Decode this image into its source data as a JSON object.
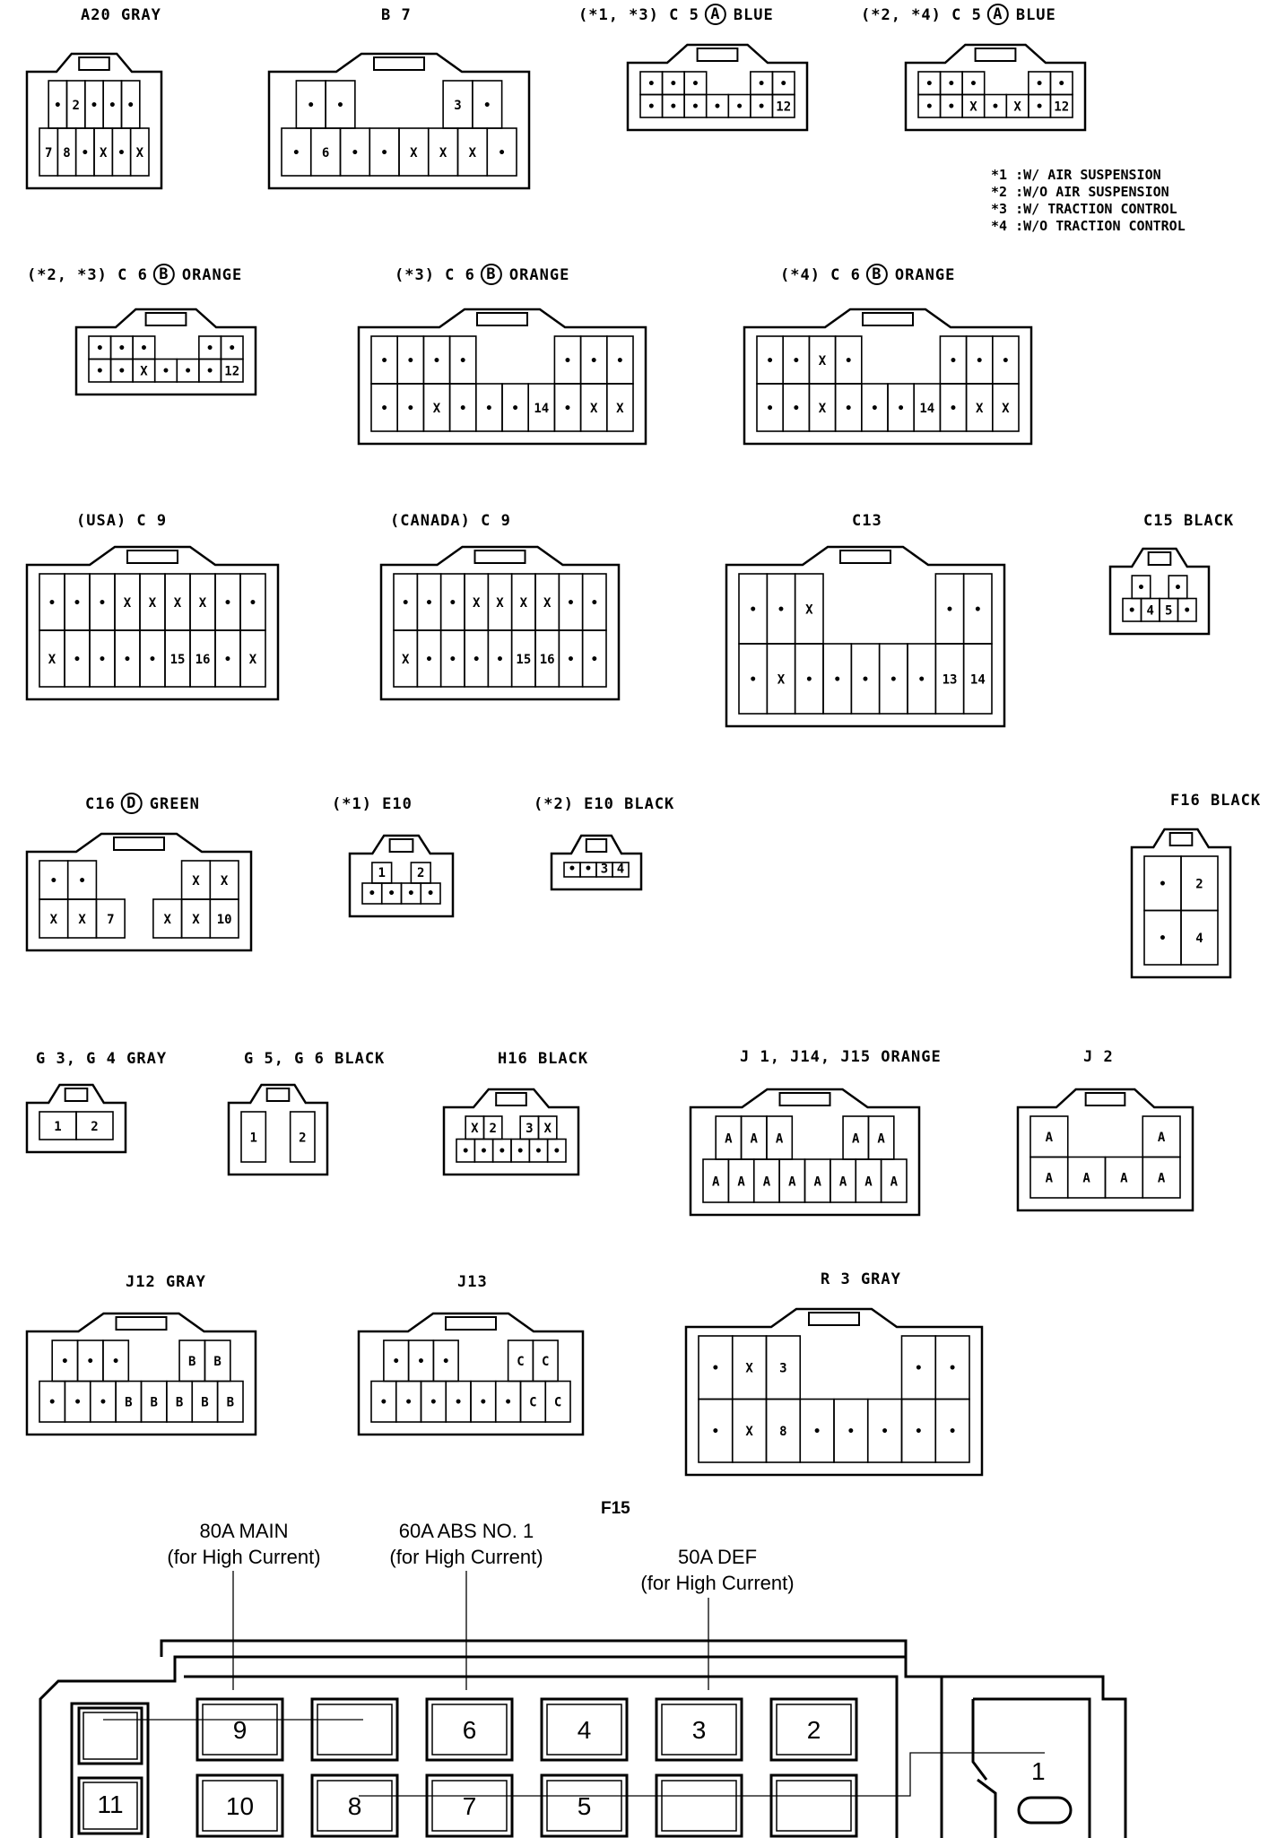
{
  "connectors": [
    {
      "id": "A20",
      "label": "A20  GRAY",
      "rows": [
        [
          "•",
          "2",
          "•",
          "•",
          "•"
        ],
        [
          "7",
          "8",
          "•",
          "X",
          "•",
          "X"
        ]
      ]
    },
    {
      "id": "B7",
      "label": "B 7",
      "rows": [
        [
          "•",
          "•",
          "",
          "",
          "",
          "3",
          "•"
        ],
        [
          "•",
          "6",
          "•",
          "•",
          "X",
          "X",
          "X",
          "•"
        ]
      ]
    },
    {
      "id": "C5A1",
      "label": "(*1, *3) C 5",
      "badge": "A",
      "color_name": "BLUE",
      "rows": [
        [
          "•",
          "•",
          "•",
          "",
          "",
          "•",
          "•"
        ],
        [
          "•",
          "•",
          "•",
          "•",
          "•",
          "•",
          "12"
        ]
      ]
    },
    {
      "id": "C5A2",
      "label": "(*2, *4) C 5",
      "badge": "A",
      "color_name": "BLUE",
      "rows": [
        [
          "•",
          "•",
          "•",
          "",
          "",
          "•",
          "•"
        ],
        [
          "•",
          "•",
          "X",
          "•",
          "X",
          "•",
          "12"
        ]
      ]
    },
    {
      "id": "C6B1",
      "label": "(*2, *3) C 6",
      "badge": "B",
      "color_name": "ORANGE",
      "rows": [
        [
          "•",
          "•",
          "•",
          "",
          "",
          "•",
          "•"
        ],
        [
          "•",
          "•",
          "X",
          "•",
          "•",
          "•",
          "12"
        ]
      ]
    },
    {
      "id": "C6B2",
      "label": "(*3) C 6",
      "badge": "B",
      "color_name": "ORANGE",
      "rows": [
        [
          "•",
          "•",
          "•",
          "•",
          "",
          "",
          "",
          "•",
          "•",
          "•"
        ],
        [
          "•",
          "•",
          "X",
          "•",
          "•",
          "•",
          "14",
          "•",
          "X",
          "X"
        ]
      ]
    },
    {
      "id": "C6B3",
      "label": "(*4) C 6",
      "badge": "B",
      "color_name": "ORANGE",
      "rows": [
        [
          "•",
          "•",
          "X",
          "•",
          "",
          "",
          "",
          "•",
          "•",
          "•"
        ],
        [
          "•",
          "•",
          "X",
          "•",
          "•",
          "•",
          "14",
          "•",
          "X",
          "X"
        ]
      ]
    },
    {
      "id": "C9USA",
      "label": "(USA) C 9",
      "rows": [
        [
          "•",
          "•",
          "•",
          "X",
          "X",
          "X",
          "X",
          "•",
          "•"
        ],
        [
          "X",
          "•",
          "•",
          "•",
          "•",
          "15",
          "16",
          "•",
          "X"
        ]
      ]
    },
    {
      "id": "C9CAN",
      "label": "(CANADA) C 9",
      "rows": [
        [
          "•",
          "•",
          "•",
          "X",
          "X",
          "X",
          "X",
          "•",
          "•"
        ],
        [
          "X",
          "•",
          "•",
          "•",
          "•",
          "15",
          "16",
          "•",
          "•"
        ]
      ]
    },
    {
      "id": "C13",
      "label": "C13",
      "rows": [
        [
          "•",
          "•",
          "X",
          "",
          "",
          "",
          "",
          "•",
          "•"
        ],
        [
          "•",
          "X",
          "•",
          "•",
          "•",
          "•",
          "•",
          "13",
          "14"
        ]
      ]
    },
    {
      "id": "C15",
      "label": "C15  BLACK",
      "rows": [
        [
          "•",
          "",
          "•"
        ],
        [
          "•",
          "4",
          "5",
          "•"
        ]
      ]
    },
    {
      "id": "C16",
      "label": "C16",
      "badge": "D",
      "color_name": "GREEN",
      "rows": [
        [
          "•",
          "•",
          "",
          "",
          "",
          "X",
          "X"
        ],
        [
          "X",
          "X",
          "7",
          "",
          "X",
          "X",
          "10"
        ]
      ]
    },
    {
      "id": "E10a",
      "label": "(*1)  E10",
      "rows": [
        [
          "1",
          "",
          "2"
        ],
        [
          "•",
          "•",
          "•",
          "•"
        ]
      ]
    },
    {
      "id": "E10b",
      "label": "(*2)  E10  BLACK",
      "rows": [
        [
          "•",
          "•",
          "3",
          "4"
        ]
      ]
    },
    {
      "id": "F16",
      "label": "F16  BLACK",
      "rows": [
        [
          "•",
          "2"
        ],
        [
          "•",
          "4"
        ]
      ]
    },
    {
      "id": "G34",
      "label": "G 3, G 4  GRAY",
      "rows": [
        [
          "1",
          "2"
        ]
      ]
    },
    {
      "id": "G56",
      "label": "G 5, G 6  BLACK",
      "rows": [
        [
          "1",
          "",
          "2"
        ]
      ]
    },
    {
      "id": "H16",
      "label": "H16  BLACK",
      "rows": [
        [
          "X",
          "2",
          "",
          "3",
          "X"
        ],
        [
          "•",
          "•",
          "•",
          "•",
          "•",
          "•"
        ]
      ]
    },
    {
      "id": "J1",
      "label": "J 1, J14, J15  ORANGE",
      "rows": [
        [
          "A",
          "A",
          "A",
          "",
          "",
          "A",
          "A"
        ],
        [
          "A",
          "A",
          "A",
          "A",
          "A",
          "A",
          "A",
          "A"
        ]
      ]
    },
    {
      "id": "J2",
      "label": "J 2",
      "rows": [
        [
          "A",
          "",
          "",
          "A"
        ],
        [
          "A",
          "A",
          "A",
          "A"
        ]
      ]
    },
    {
      "id": "J12",
      "label": "J12  GRAY",
      "rows": [
        [
          "•",
          "•",
          "•",
          "",
          "",
          "B",
          "B"
        ],
        [
          "•",
          "•",
          "•",
          "B",
          "B",
          "B",
          "B",
          "B"
        ]
      ]
    },
    {
      "id": "J13",
      "label": "J13",
      "rows": [
        [
          "•",
          "•",
          "•",
          "",
          "",
          "C",
          "C"
        ],
        [
          "•",
          "•",
          "•",
          "•",
          "•",
          "•",
          "C",
          "C"
        ]
      ]
    },
    {
      "id": "R3",
      "label": "R 3  GRAY",
      "rows": [
        [
          "•",
          "X",
          "3",
          "",
          "",
          "",
          "•",
          "•"
        ],
        [
          "•",
          "X",
          "8",
          "•",
          "•",
          "•",
          "•",
          "•"
        ]
      ]
    }
  ],
  "legend": [
    "*1 :W/ AIR SUSPENSION",
    "*2 :W/O AIR SUSPENSION",
    "*3 :W/ TRACTION CONTROL",
    "*4 :W/O TRACTION CONTROL"
  ],
  "fuse_block": {
    "title": "F15",
    "callouts": [
      {
        "line1": "80A MAIN",
        "line2": "(for High Current)"
      },
      {
        "line1": "60A ABS NO. 1",
        "line2": "(for High Current)"
      },
      {
        "line1": "50A DEF",
        "line2": "(for High Current)"
      }
    ],
    "top_numbers": [
      "9",
      "",
      "6",
      "4",
      "3",
      "2"
    ],
    "bottom_numbers": [
      "10",
      "8",
      "7",
      "5",
      "",
      ""
    ],
    "left_numbers": [
      "",
      "11"
    ],
    "side_number": "1"
  }
}
